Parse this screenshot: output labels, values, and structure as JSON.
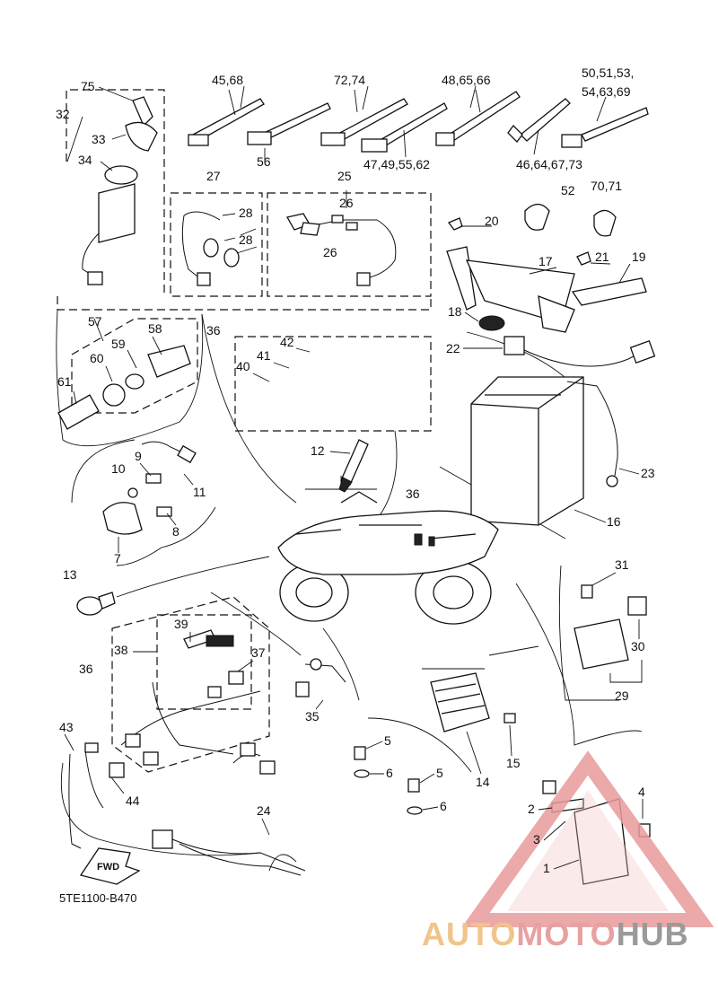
{
  "diagram": {
    "code": "5TE1100-B470",
    "fwd_label": "FWD",
    "callouts": {
      "c1": "1",
      "c2": "2",
      "c3": "3",
      "c4": "4",
      "c5a": "5",
      "c5b": "5",
      "c6a": "6",
      "c6b": "6",
      "c7": "7",
      "c8": "8",
      "c9": "9",
      "c10": "10",
      "c11": "11",
      "c12": "12",
      "c13": "13",
      "c14": "14",
      "c15": "15",
      "c16": "16",
      "c17": "17",
      "c18": "18",
      "c19": "19",
      "c20": "20",
      "c21": "21",
      "c22": "22",
      "c23": "23",
      "c24": "24",
      "c25": "25",
      "c26a": "26",
      "c26b": "26",
      "c27": "27",
      "c28a": "28",
      "c28b": "28",
      "c29": "29",
      "c30": "30",
      "c31": "31",
      "c32": "32",
      "c33": "33",
      "c34": "34",
      "c35": "35",
      "c36a": "36",
      "c36b": "36",
      "c36c": "36",
      "c37": "37",
      "c38": "38",
      "c39": "39",
      "c40": "40",
      "c41": "41",
      "c42": "42",
      "c43": "43",
      "c44": "44",
      "c4568": "45,68",
      "c7274": "72,74",
      "c486566": "48,65,66",
      "c505153": "50,51,53,",
      "c546369": "54,63,69",
      "c56": "56",
      "c47495562": "47,49,55,62",
      "c46646773": "46,64,67,73",
      "c52": "52",
      "c7071": "70,71",
      "c57": "57",
      "c58": "58",
      "c59": "59",
      "c60": "60",
      "c61": "61",
      "c75": "75"
    }
  },
  "watermark": {
    "part1": "AUTO",
    "part2": "MOTO",
    "part3": "HUB"
  },
  "colors": {
    "line": "#111111",
    "watermark_triangle": "#e89a9a"
  }
}
